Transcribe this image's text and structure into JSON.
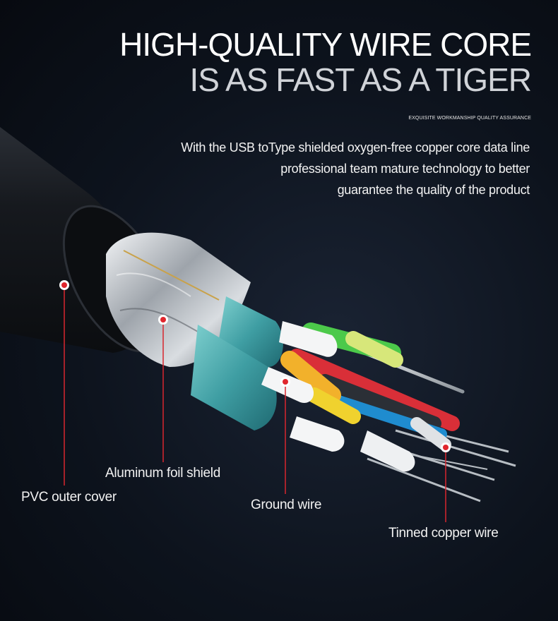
{
  "heading": {
    "line1": "HIGH-QUALITY WIRE CORE",
    "line2": "IS AS FAST AS A TIGER",
    "tagline": "EXQUISITE WORKMANSHIP QUALITY ASSURANCE"
  },
  "description": {
    "lines": [
      "With the USB toType shielded oxygen-free copper core data line",
      "professional team mature technology to better",
      "guarantee the quality of the product"
    ]
  },
  "callouts": {
    "pvc": "PVC outer cover",
    "foil": "Aluminum foil shield",
    "ground": "Ground wire",
    "copper": "Tinned copper wire"
  },
  "colors": {
    "marker": "#e0262d",
    "jacket": "#15181d",
    "shield_teal": "#3f9ea3"
  }
}
